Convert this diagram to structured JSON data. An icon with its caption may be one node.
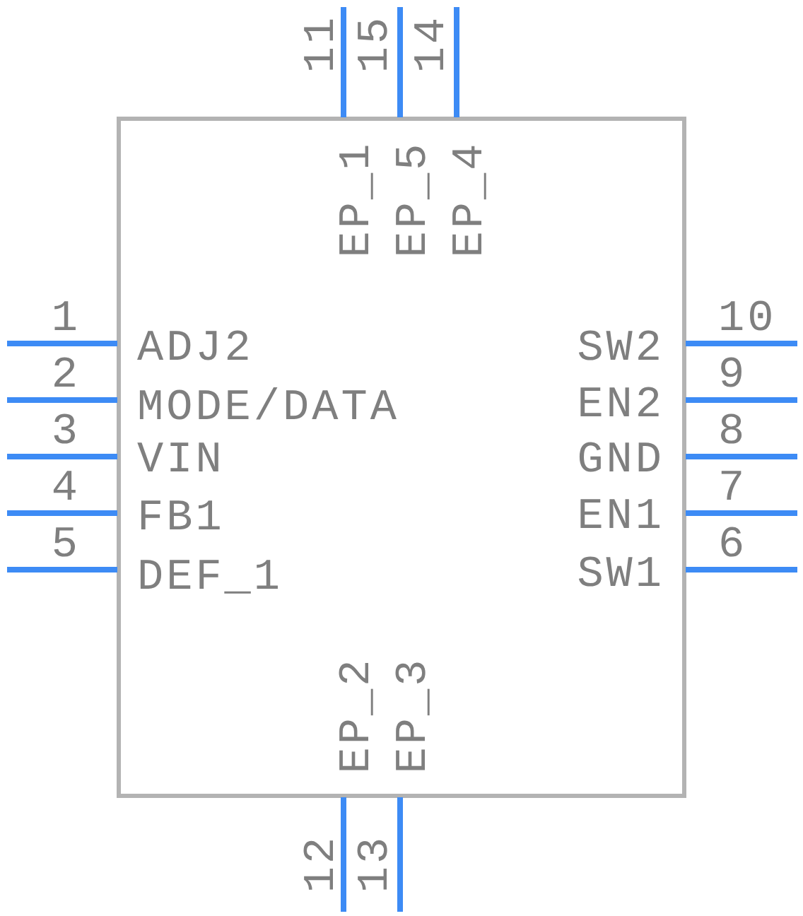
{
  "diagram": {
    "labels": [
      "11",
      "15",
      "14",
      "EP_1",
      "EP_5",
      "EP_4",
      "1",
      "ADJ2",
      "SW2",
      "10",
      "2",
      "MODE/DATA",
      "EN2",
      "9",
      "3",
      "VIN",
      "GND",
      "8",
      "4",
      "FB1",
      "EN1",
      "7",
      "5",
      "DEF_1",
      "SW1",
      "6",
      "EP_2",
      "EP_3",
      "12",
      "13"
    ]
  }
}
